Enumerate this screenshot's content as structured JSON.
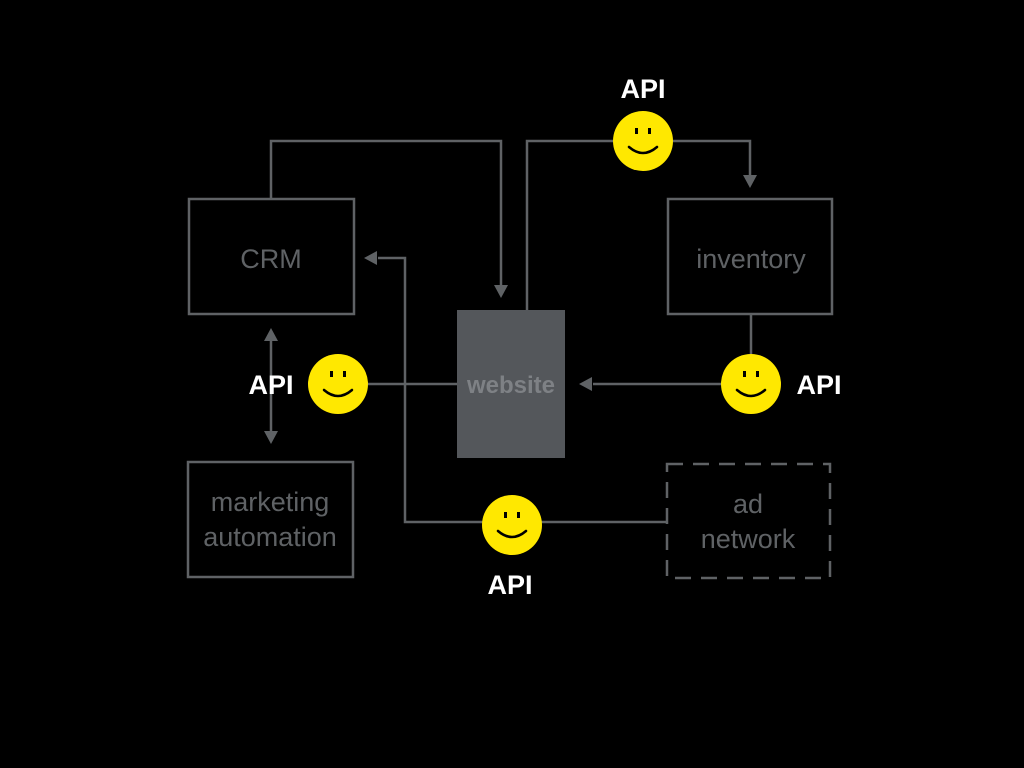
{
  "nodes": {
    "crm": "CRM",
    "inventory": "inventory",
    "website": "website",
    "marketing_automation": [
      "marketing",
      "automation"
    ],
    "ad_network": [
      "ad",
      "network"
    ]
  },
  "api_labels": {
    "top": "API",
    "left": "API",
    "right": "API",
    "bottom": "API"
  },
  "colors": {
    "background": "#000000",
    "line": "#5f6265",
    "website_fill": "#54575b",
    "smiley": "#ffe800",
    "api_text": "#ffffff"
  },
  "icons": [
    "smiley-face-icon",
    "arrowhead-icon"
  ]
}
